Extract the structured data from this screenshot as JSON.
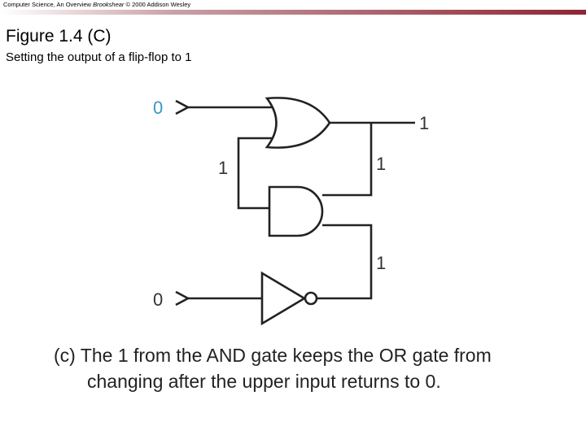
{
  "header": {
    "prefix": "Computer Science, An Overview",
    "author": "Brookshear",
    "suffix": "© 2000 Addison Wesley"
  },
  "slide": {
    "title": "Figure 1.4 (C)",
    "subtitle": "Setting the output of a flip-flop to 1"
  },
  "diagram": {
    "upper_input_value": "0",
    "lower_input_value": "0",
    "feedback_value": "1",
    "or_output_value": "1",
    "and_input_value": "1",
    "not_output_value": "1",
    "upper_input_color": "#3a96c8",
    "gates": [
      "OR",
      "AND",
      "NOT"
    ]
  },
  "caption": {
    "line1": "(c) The 1 from the AND gate keeps the OR gate from",
    "line2": "changing after the upper input returns to 0."
  },
  "colors": {
    "header_rule": "#8e2433",
    "wire": "#222222"
  }
}
